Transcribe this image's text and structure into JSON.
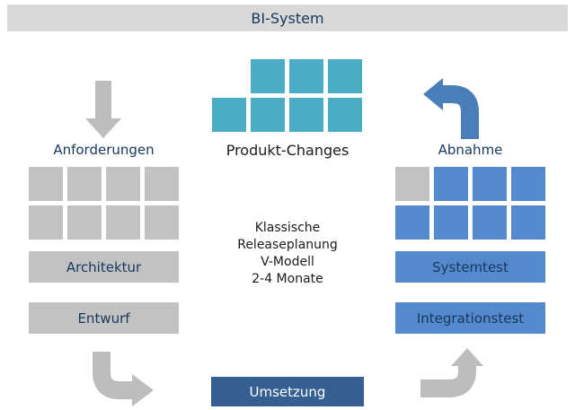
{
  "palette": {
    "header_bg": "#d9d9d9",
    "gray": "#c2c2c2",
    "arrow_gray": "#bdbdbd",
    "teal": "#4bacc6",
    "blue": "#5489ce",
    "arrow_blue": "#4a7ebb",
    "dark_blue": "#365f91",
    "navy_text": "#17375d"
  },
  "header": {
    "title": "BI-System"
  },
  "left_column": {
    "label": "Anforderungen",
    "architecture_box": "Architektur",
    "design_box": "Entwurf"
  },
  "center_column": {
    "label": "Produkt-Changes",
    "note_lines": [
      "Klassische",
      "Releaseplanung",
      "V-Modell",
      "2-4 Monate"
    ],
    "implementation_box": "Umsetzung"
  },
  "right_column": {
    "label": "Abnahme",
    "systemtest_box": "Systemtest",
    "integrationstest_box": "Integrationstest"
  },
  "grids": {
    "requirements": {
      "cells": [
        [
          "g",
          "g",
          "g",
          "g"
        ],
        [
          "g",
          "g",
          "g",
          "g"
        ]
      ]
    },
    "product_changes": {
      "cells": [
        [
          null,
          "t",
          "t",
          "t"
        ],
        [
          "t",
          "t",
          "t",
          "t"
        ]
      ]
    },
    "acceptance": {
      "cells": [
        [
          "g",
          "b",
          "b",
          "b"
        ],
        [
          "b",
          "b",
          "b",
          "b"
        ]
      ]
    }
  },
  "grid_color_map": {
    "g": "#c2c2c2",
    "t": "#4bacc6",
    "b": "#5489ce"
  }
}
